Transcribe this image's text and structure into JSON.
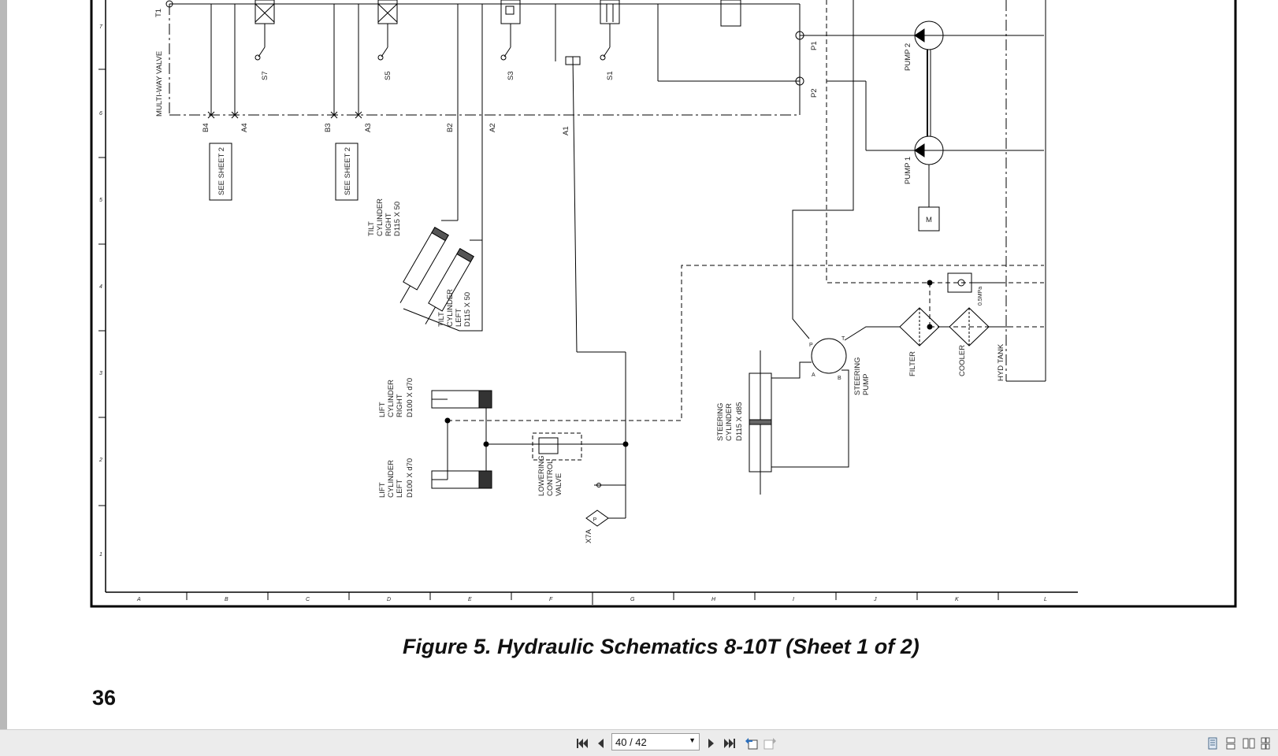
{
  "figure": {
    "caption": "Figure 5. Hydraulic Schematics 8-10T (Sheet 1 of 2)",
    "page_number": "36"
  },
  "schematic": {
    "row_numbers": [
      "7",
      "6",
      "5",
      "4",
      "3",
      "2",
      "1"
    ],
    "column_letters": [
      "A",
      "B",
      "C",
      "D",
      "E",
      "F",
      "G",
      "H",
      "I",
      "J",
      "K",
      "L"
    ],
    "port_t1": "T1",
    "multiway_valve": "MULTI-WAY VALVE",
    "spools": [
      "S7",
      "S5",
      "S3",
      "S1"
    ],
    "ports": [
      "B4",
      "A4",
      "B3",
      "A3",
      "B2",
      "A2",
      "A1",
      "P1",
      "P2"
    ],
    "see_sheet": "SEE SHEET 2",
    "tilt_right": [
      "TILT",
      "CYLINDER",
      "RIGHT",
      "D115 X 50"
    ],
    "tilt_left": [
      "TILT",
      "CYLINDER",
      "LEFT",
      "D115 X 50"
    ],
    "lift_right": [
      "LIFT",
      "CYLINDER",
      "RIGHT",
      "D100 X d70"
    ],
    "lift_left": [
      "LIFT",
      "CYLINDER",
      "LEFT",
      "D100 X d70"
    ],
    "lowering_valve": [
      "LOWERING",
      "CONTROL",
      "VALVE"
    ],
    "test_port": "X7A",
    "test_port_symbol": "P",
    "steering_cylinder": [
      "STEERING",
      "CYLINDER",
      "D115 X d85"
    ],
    "steering_pump": [
      "STEERING",
      "PUMP"
    ],
    "steering_ports": [
      "P",
      "T",
      "A",
      "B"
    ],
    "pump2": "PUMP 2",
    "pump1": "PUMP 1",
    "motor": "M",
    "filter": "FILTER",
    "cooler": "COOLER",
    "check_pressure": "0.5MPa",
    "tank": "HYD TANK"
  },
  "toolbar": {
    "page_indicator": "40 / 42",
    "icons": [
      "first-page-icon",
      "previous-page-icon",
      "next-page-icon",
      "last-page-icon",
      "go-back-icon",
      "go-forward-icon",
      "single-page-view-icon",
      "continuous-view-icon",
      "facing-view-icon",
      "continuous-facing-view-icon"
    ]
  }
}
